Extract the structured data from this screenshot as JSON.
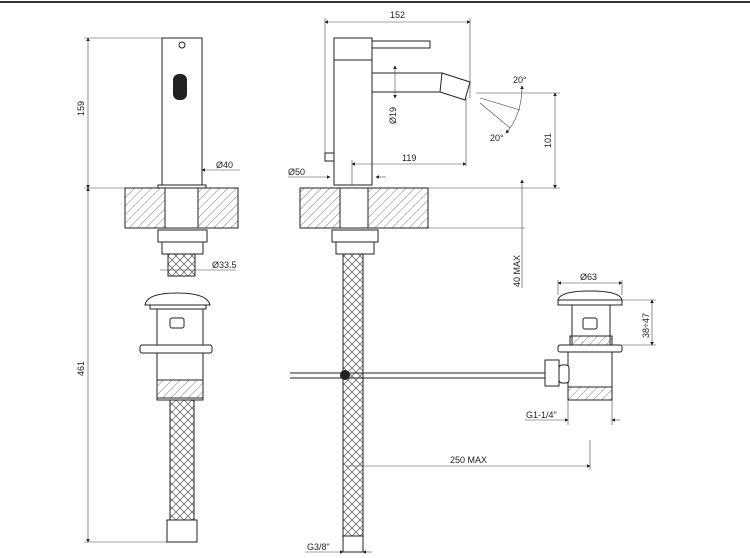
{
  "title": "Bidet mixer technical drawing",
  "dimensions": {
    "body_height": "159",
    "total_height": "461",
    "body_diameter": "Ø40",
    "hose_diameter": "Ø33.5",
    "overall_length": "152",
    "spout_diameter": "Ø19",
    "spout_reach": "119",
    "base_diameter": "Ø50",
    "spout_height": "101",
    "angle_up": "20°",
    "angle_down": "20°",
    "counter_thickness": "40 MAX",
    "waste_diameter": "Ø63",
    "waste_range": "38÷47",
    "waste_thread": "G1-1/4\"",
    "rod_length": "250 MAX",
    "hose_thread": "G3/8\""
  }
}
